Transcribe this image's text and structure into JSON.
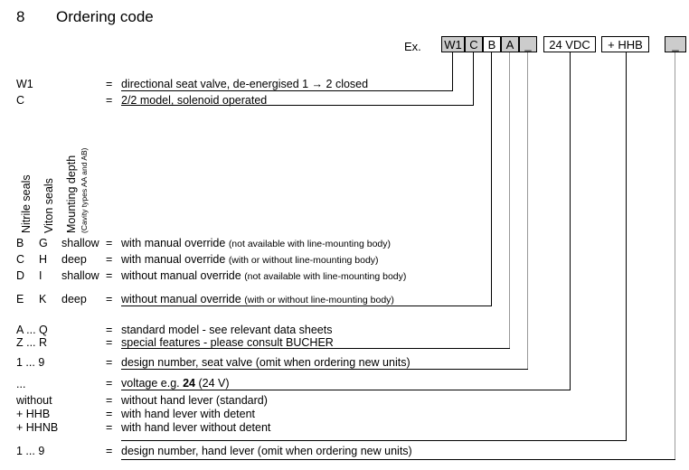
{
  "heading": {
    "number": "8",
    "title": "Ordering code"
  },
  "example": {
    "label": "Ex.",
    "boxes": [
      {
        "text": "W1",
        "shaded": true
      },
      {
        "text": "C",
        "shaded": true
      },
      {
        "text": "B",
        "shaded": false
      },
      {
        "text": "A",
        "shaded": true
      },
      {
        "text": "_",
        "shaded": true
      },
      {
        "text": "24 VDC",
        "shaded": false
      },
      {
        "text": "+ HHB",
        "shaded": false
      },
      {
        "text": "_",
        "shaded": true
      }
    ]
  },
  "vertical_labels": [
    {
      "text": "Nitrile seals"
    },
    {
      "text": "Viton seals"
    },
    {
      "text": "Mounting depth"
    },
    {
      "text": "(Cavity types AA and AB)"
    }
  ],
  "rows": [
    {
      "c1": "W1",
      "c2": "",
      "c3": "",
      "eq": "=",
      "desc": "directional seat valve, de-energised 1 → 2 closed",
      "note": ""
    },
    {
      "c1": "C",
      "c2": "",
      "c3": "",
      "eq": "=",
      "desc": "2/2 model, solenoid operated",
      "note": ""
    },
    {
      "c1": "B",
      "c2": "G",
      "c3": "shallow",
      "eq": "=",
      "desc": "with manual override ",
      "note": "(not available with line-mounting body)"
    },
    {
      "c1": "C",
      "c2": "H",
      "c3": "deep",
      "eq": "=",
      "desc": "with manual override ",
      "note": "(with or without line-mounting body)"
    },
    {
      "c1": "D",
      "c2": "I",
      "c3": "shallow",
      "eq": "=",
      "desc": "without manual override ",
      "note": "(not available with line-mounting body)"
    },
    {
      "c1": "E",
      "c2": "K",
      "c3": "deep",
      "eq": "=",
      "desc": "without manual override ",
      "note": "(with or without line-mounting body)"
    },
    {
      "c1": "A ... Q",
      "c2": "",
      "c3": "",
      "eq": "=",
      "desc": "standard model - see relevant data sheets",
      "note": ""
    },
    {
      "c1": "Z ... R",
      "c2": "",
      "c3": "",
      "eq": "=",
      "desc": "special features - please consult BUCHER",
      "note": ""
    },
    {
      "c1": "1 ... 9",
      "c2": "",
      "c3": "",
      "eq": "=",
      "desc": "design number, seat valve (omit when ordering new units)",
      "note": ""
    },
    {
      "c1": "...",
      "c2": "",
      "c3": "",
      "eq": "=",
      "desc_pre": "voltage e.g. ",
      "desc_bold": "24",
      "desc_post": " (24 V)",
      "note": ""
    },
    {
      "c1": "without",
      "c2": "",
      "c3": "",
      "eq": "=",
      "desc": "without hand lever (standard)",
      "note": ""
    },
    {
      "c1": "+ HHB",
      "c2": "",
      "c3": "",
      "eq": "=",
      "desc": "with hand lever with detent",
      "note": ""
    },
    {
      "c1": "+ HHNB",
      "c2": "",
      "c3": "",
      "eq": "=",
      "desc": "with hand lever without detent",
      "note": ""
    },
    {
      "c1": "1 ... 9",
      "c2": "",
      "c3": "",
      "eq": "=",
      "desc": "design number, hand lever (omit when ordering new units)",
      "note": ""
    }
  ],
  "colors": {
    "shade": "#cccccc",
    "line": "#000000",
    "line_grey": "#9a9a9a",
    "text": "#000000",
    "background": "#ffffff"
  }
}
